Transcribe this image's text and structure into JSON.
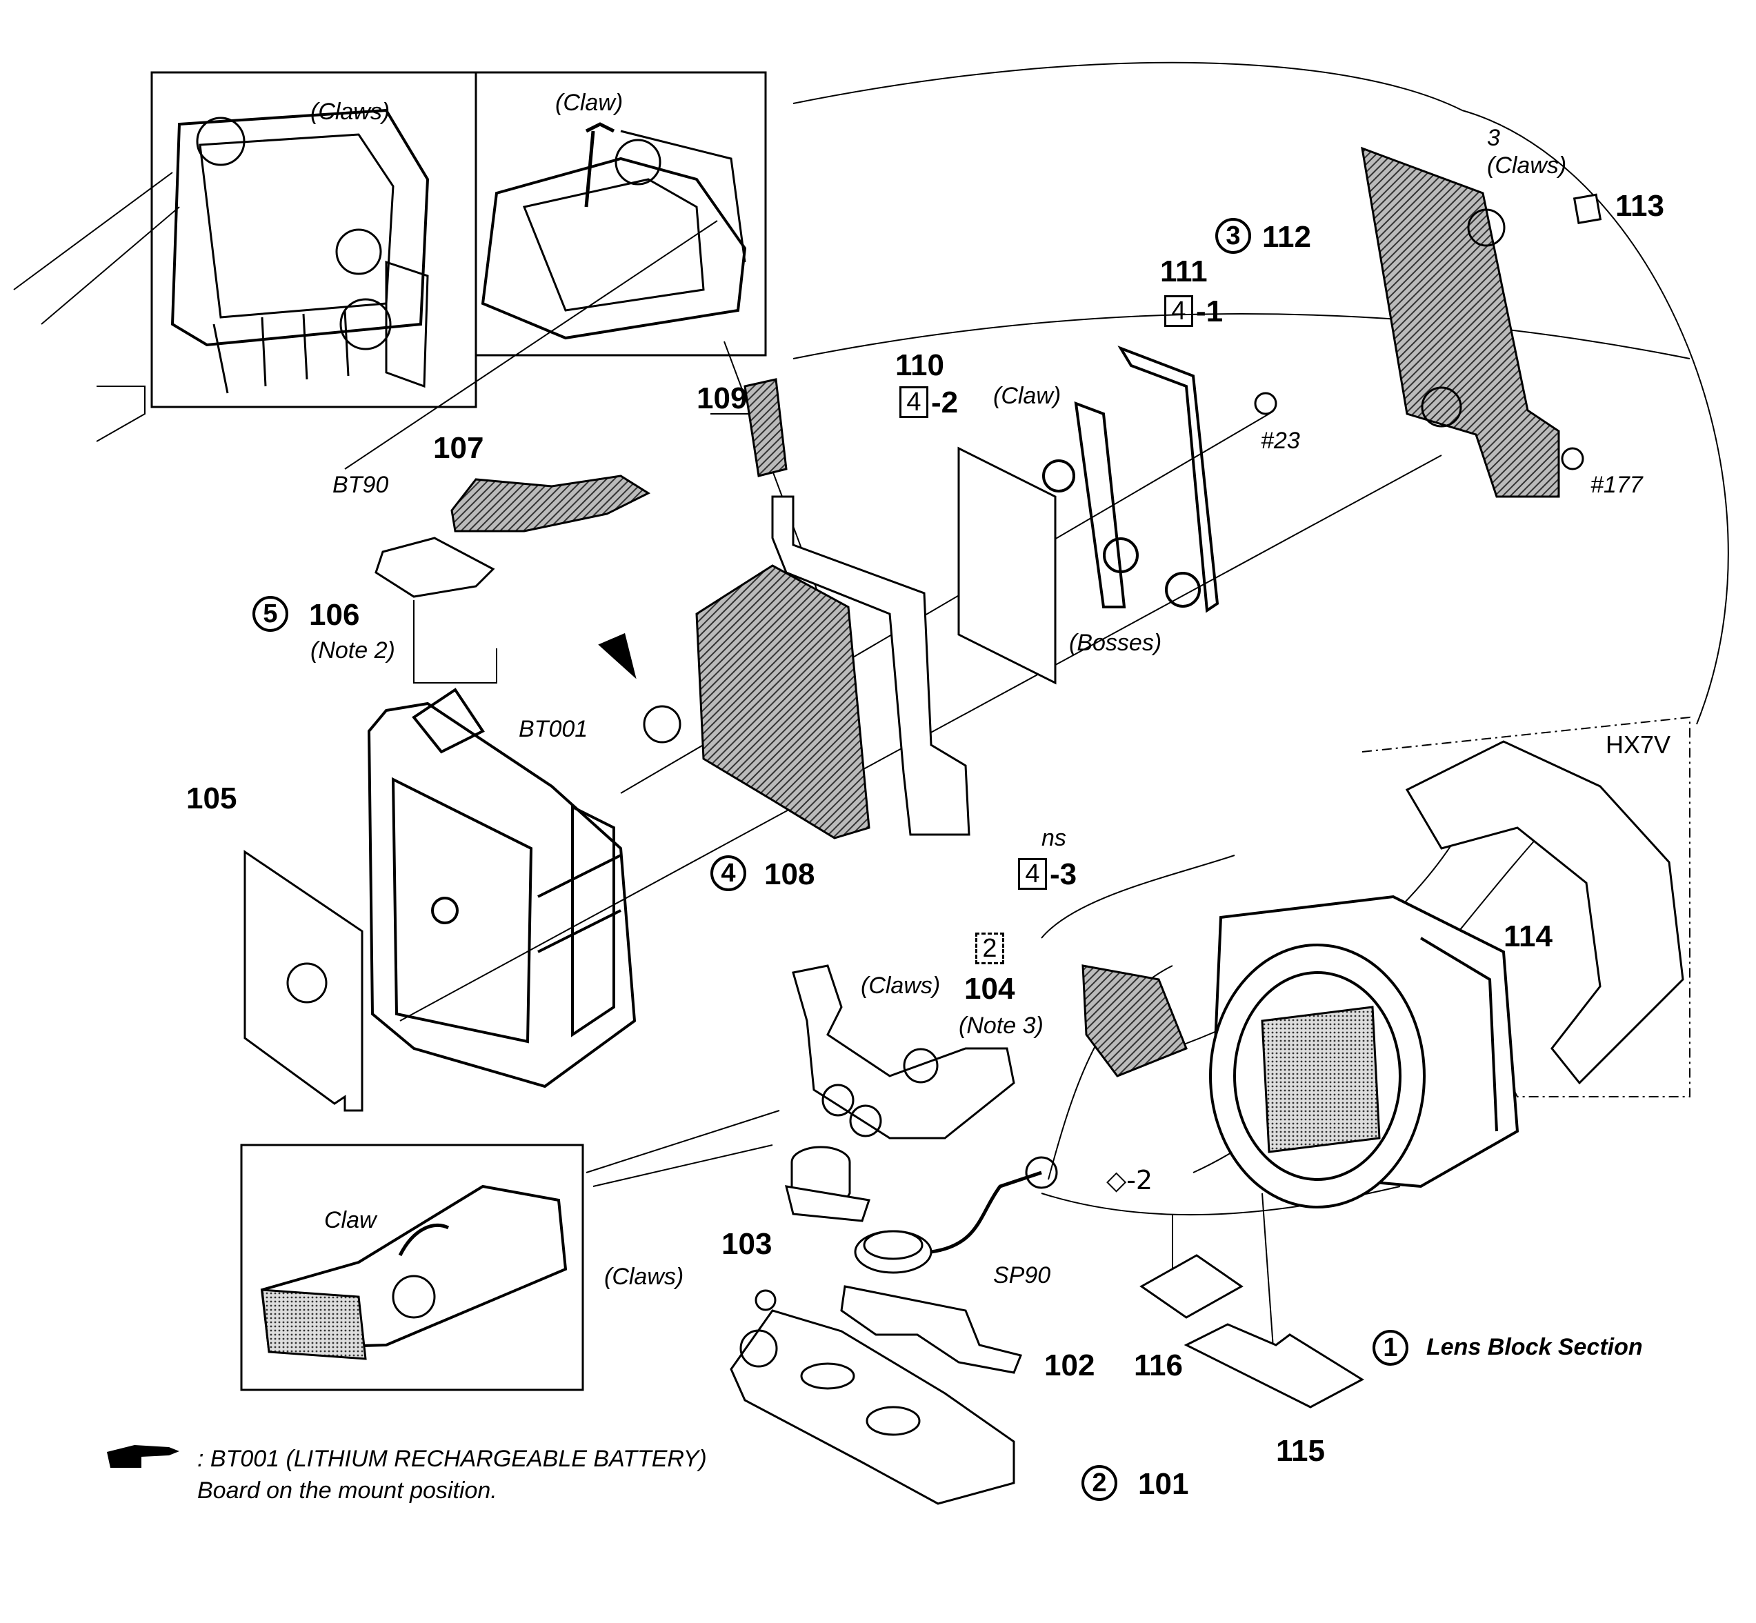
{
  "labels": {
    "claws_top_left": "(Claws)",
    "claw_top_mid": "(Claw)",
    "claws_top_right_count": "3",
    "claws_top_right": "(Claws)",
    "bt90": "BT90",
    "p107": "107",
    "p109": "109",
    "p110": "110",
    "p110_ref_num": "4",
    "p110_ref_suffix": "-2",
    "p111": "111",
    "p111_ref_num": "4",
    "p111_ref_suffix": "-1",
    "claw_frame": "(Claw)",
    "p23": "#23",
    "p177": "#177",
    "p112_circle": "3",
    "p112": "112",
    "p113": "113",
    "p106_circle": "5",
    "p106": "106",
    "note2": "(Note 2)",
    "bt001": "BT001",
    "bosses": "(Bosses)",
    "p105": "105",
    "p108_circle": "4",
    "p108": "108",
    "ns": "ns",
    "ns_ref_num": "4",
    "ns_ref_suffix": "-3",
    "hx7v": "HX7V",
    "p114": "114",
    "p104_ref": "2",
    "p104": "104",
    "note3": "(Note 3)",
    "claws_bottom_mid": "(Claws)",
    "claw_inset": "Claw",
    "diamond_ref": "◇-2",
    "p103": "103",
    "sp90": "SP90",
    "claws_bottom_left": "(Claws)",
    "p102": "102",
    "p116": "116",
    "p115": "115",
    "p101_circle": "2",
    "p101": "101",
    "lens_circle": "1",
    "lens_block": "Lens Block Section"
  },
  "legend": {
    "line1": ": BT001 (LITHIUM RECHARGEABLE BATTERY)",
    "line2": "Board on the mount position."
  },
  "colors": {
    "ink": "#000000",
    "paper": "#ffffff",
    "hatch": "#555555"
  }
}
